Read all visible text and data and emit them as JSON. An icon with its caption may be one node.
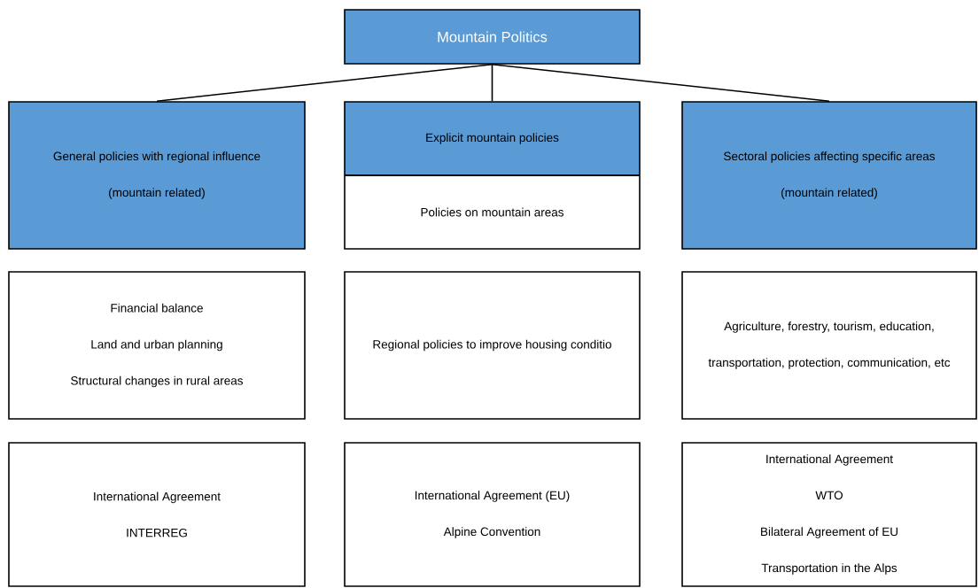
{
  "diagram": {
    "nodes": [
      {
        "text": [
          "Mountain Politics"
        ]
      },
      {
        "text": [
          "General policies with regional influence",
          "(mountain related)"
        ]
      },
      {
        "text": [
          "Explicit mountain policies",
          "Policies on mountain areas"
        ]
      },
      {
        "text": [
          "Sectoral policies affecting specific areas",
          "(mountain related)"
        ]
      },
      {
        "text": [
          "Financial balance",
          "Land and urban planning",
          "Structural changes in rural areas"
        ]
      },
      {
        "text": [
          "Regional policies to improve housing conditio"
        ]
      },
      {
        "text": [
          "Agriculture, forestry, tourism, education, transportation, protection, communication, etc"
        ]
      },
      {
        "text": [
          "International Agreement",
          "INTERREG"
        ]
      },
      {
        "text": [
          "International Agreement (EU)",
          "Alpine Convention"
        ]
      },
      {
        "text": [
          "International Agreement",
          "WTO",
          "Bilateral Agreement of EU",
          "Transportation in the Alps"
        ]
      }
    ],
    "edges": [
      {
        "from": 0,
        "to": 1,
        "arrow": "none"
      },
      {
        "from": 0,
        "to": 2,
        "arrow": "none"
      },
      {
        "from": 0,
        "to": 3,
        "arrow": "none"
      }
    ]
  }
}
